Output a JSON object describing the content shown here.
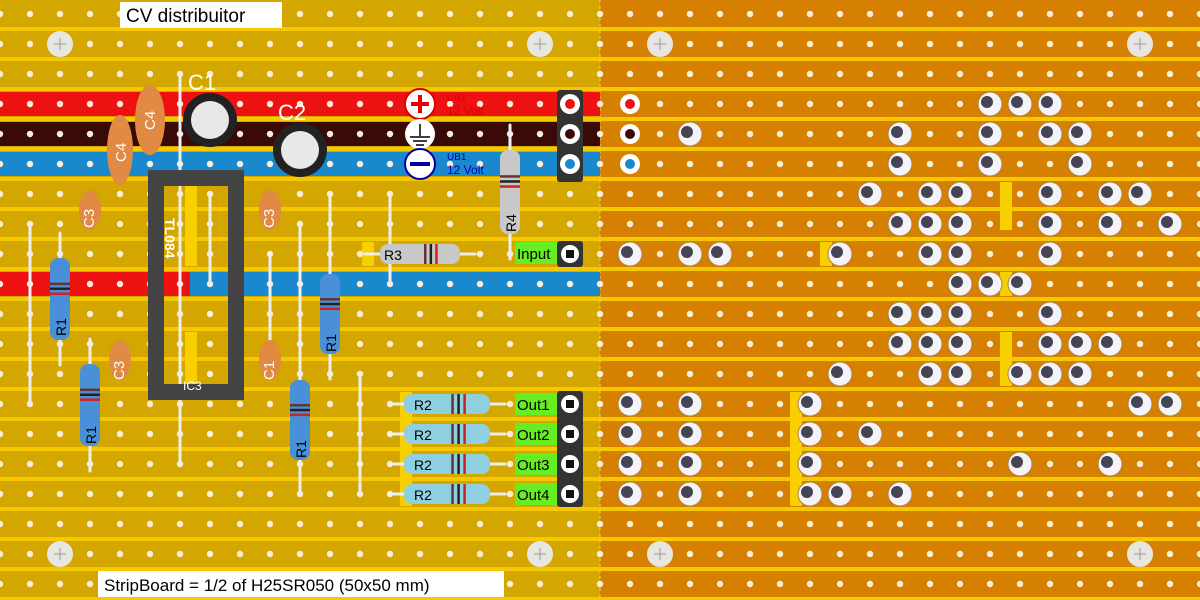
{
  "title": "CV distribuitor",
  "footer": "StripBoard = 1/2 of  H25SR050 (50x50 mm)",
  "colors": {
    "board_top": "#d4a600",
    "board_bottom": "#d58000",
    "strip_gap": "#f6c800",
    "rail_positive": "#ee1111",
    "rail_ground": "#3a0a08",
    "rail_negative": "#1a88cc",
    "label_green": "#66ee22"
  },
  "power": {
    "positive_label": "UB1",
    "positive_voltage": "12 Volt",
    "negative_label": "UB1",
    "negative_voltage": "12 Volt"
  },
  "ic": {
    "part": "TL084",
    "ref": "IC3"
  },
  "components": {
    "c1": "C1",
    "c2": "C2",
    "c3": "C3",
    "c4": "C4",
    "r1": "R1",
    "r2": "R2",
    "r3": "R3",
    "r4": "R4"
  },
  "io": {
    "input": "Input",
    "outputs": [
      "Out1",
      "Out2",
      "Out3",
      "Out4"
    ]
  }
}
